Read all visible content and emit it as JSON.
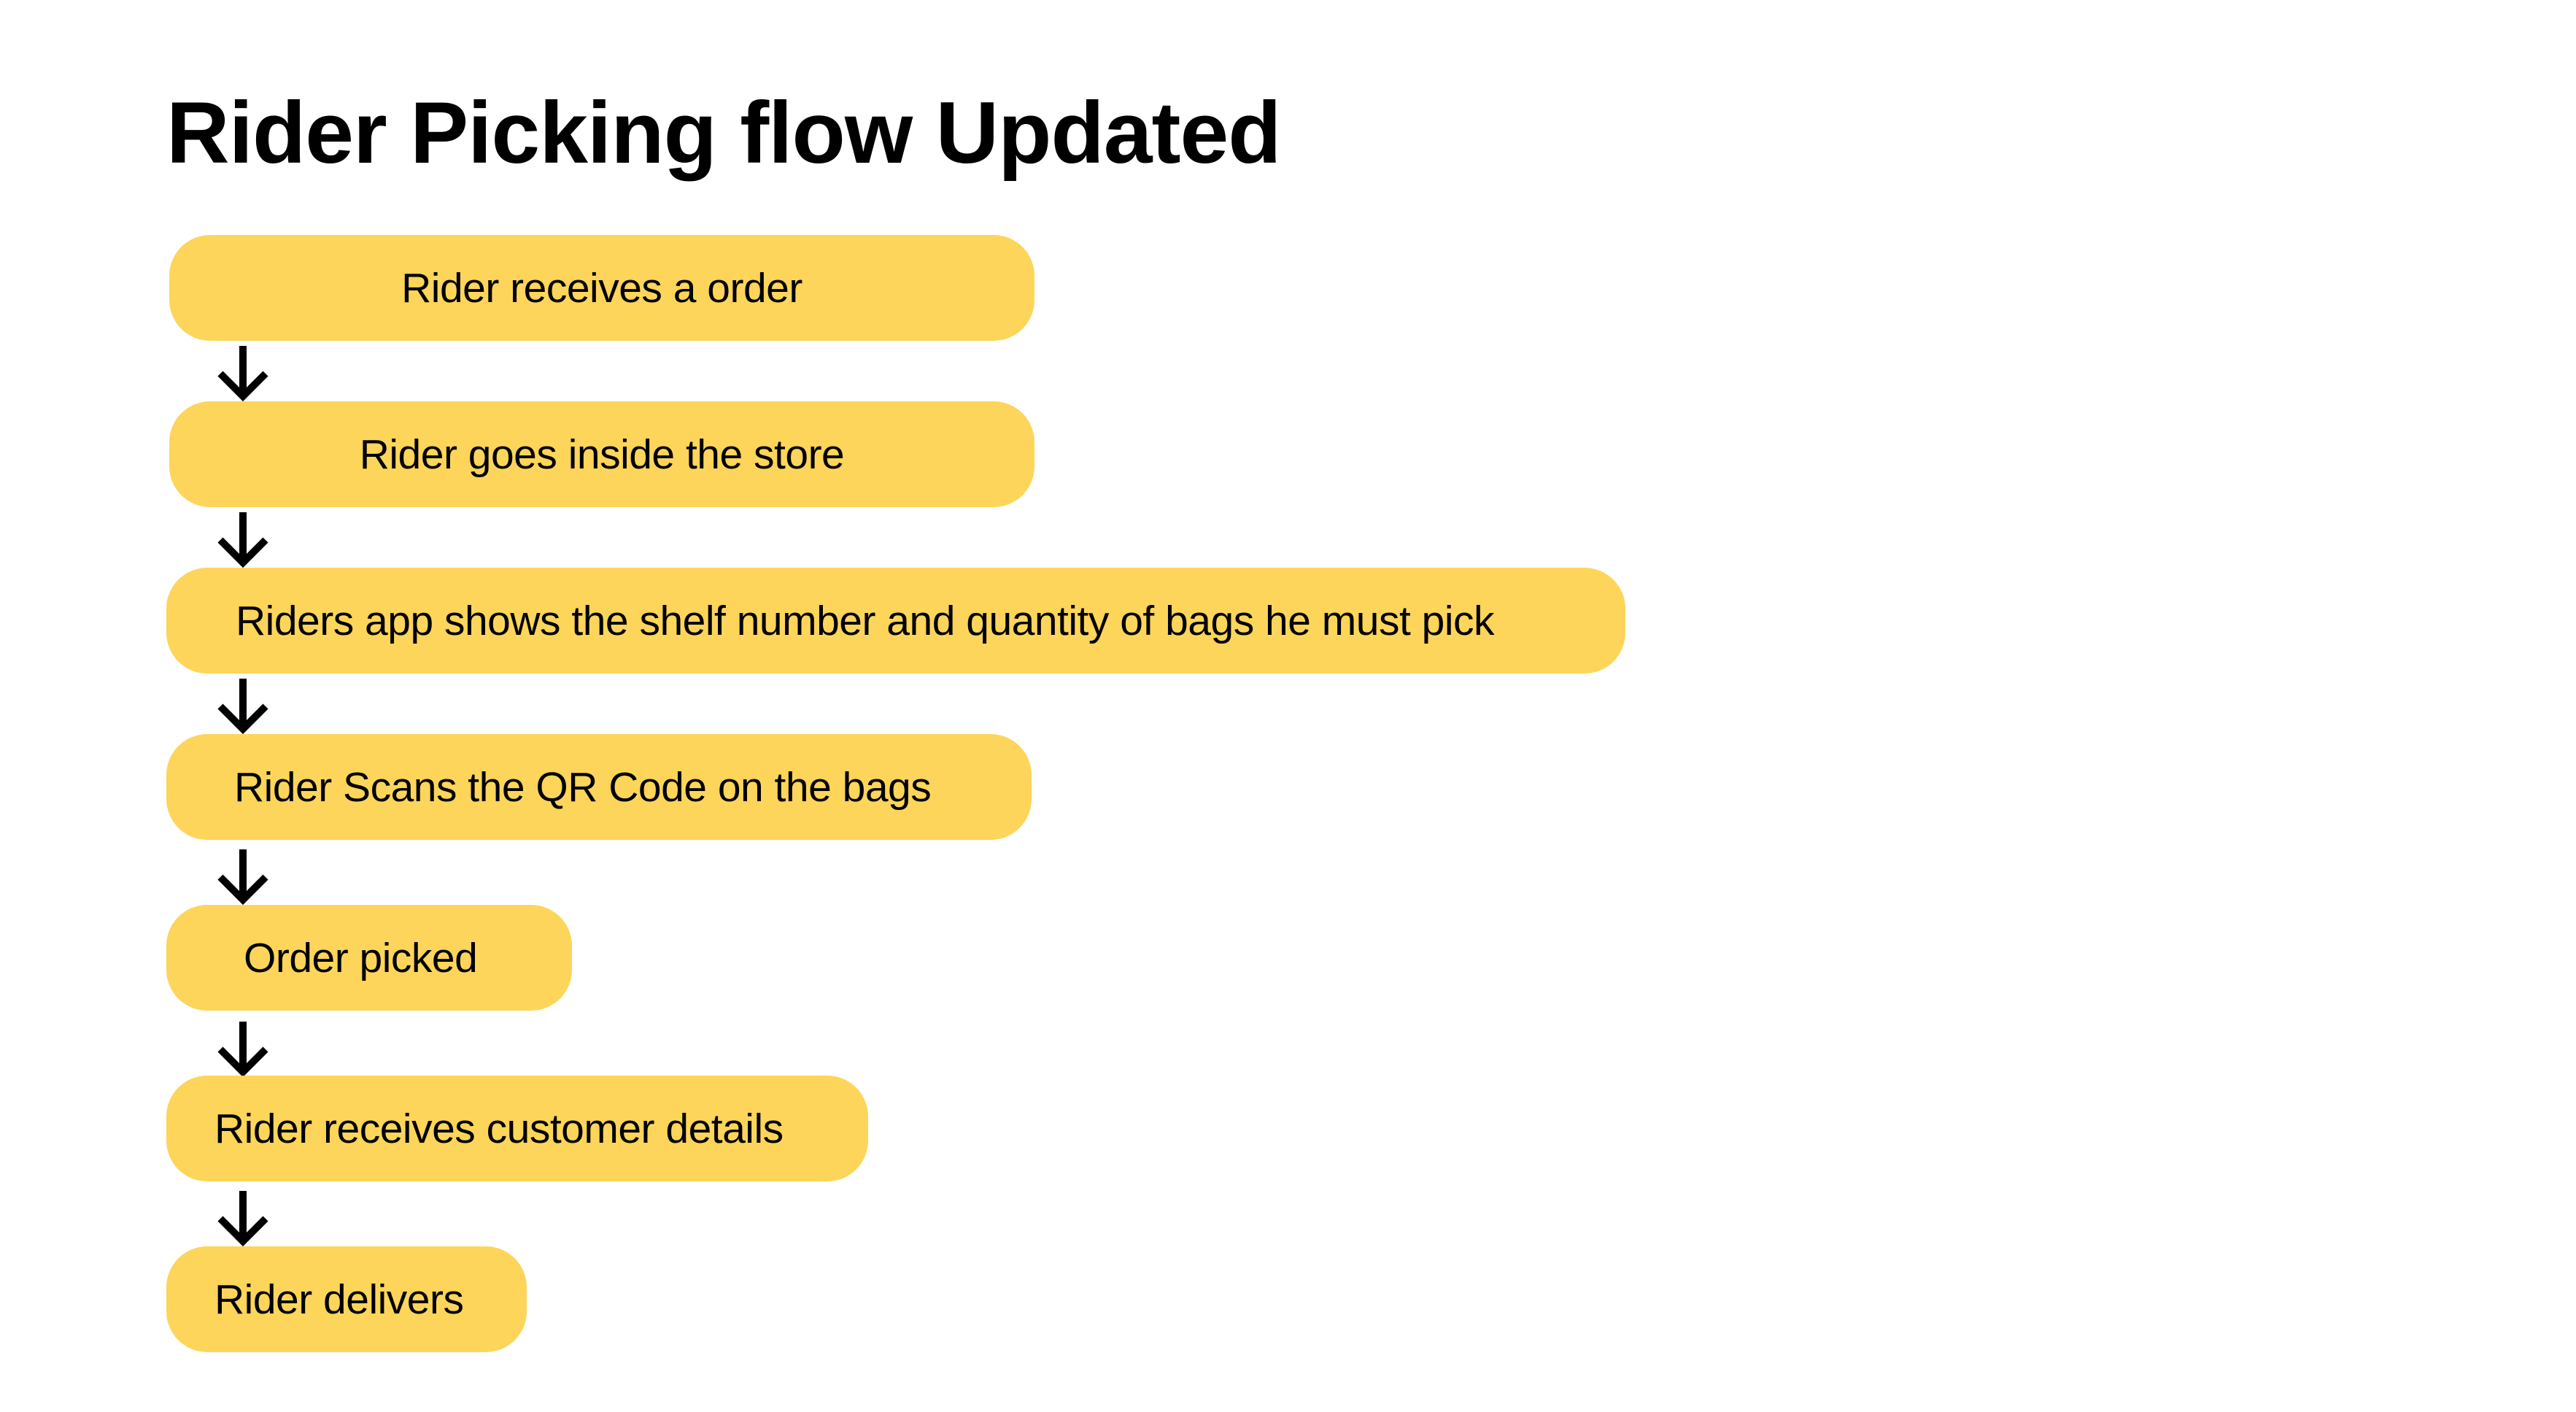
{
  "title": "Rider Picking flow Updated",
  "colors": {
    "step_fill": "#FDD55A",
    "arrow": "#000000",
    "text": "#000000",
    "background": "#FFFFFF"
  },
  "steps": [
    {
      "label": "Rider receives a order"
    },
    {
      "label": "Rider goes inside the store"
    },
    {
      "label": "Riders app shows the shelf number and quantity of bags he must pick"
    },
    {
      "label": "Rider Scans the QR Code on the bags"
    },
    {
      "label": "Order picked"
    },
    {
      "label": "Rider receives customer details"
    },
    {
      "label": "Rider delivers"
    }
  ],
  "arrows": [
    {
      "from": "Rider receives a order",
      "to": "Rider goes inside the store"
    },
    {
      "from": "Rider goes inside the store",
      "to": "Riders app shows the shelf number and quantity of bags he must pick"
    },
    {
      "from": "Riders app shows the shelf number and quantity of bags he must pick",
      "to": "Rider Scans the QR Code on the bags"
    },
    {
      "from": "Rider Scans the QR Code on the bags",
      "to": "Order picked"
    },
    {
      "from": "Order picked",
      "to": "Rider receives customer details"
    },
    {
      "from": "Rider receives customer details",
      "to": "Rider delivers"
    }
  ]
}
